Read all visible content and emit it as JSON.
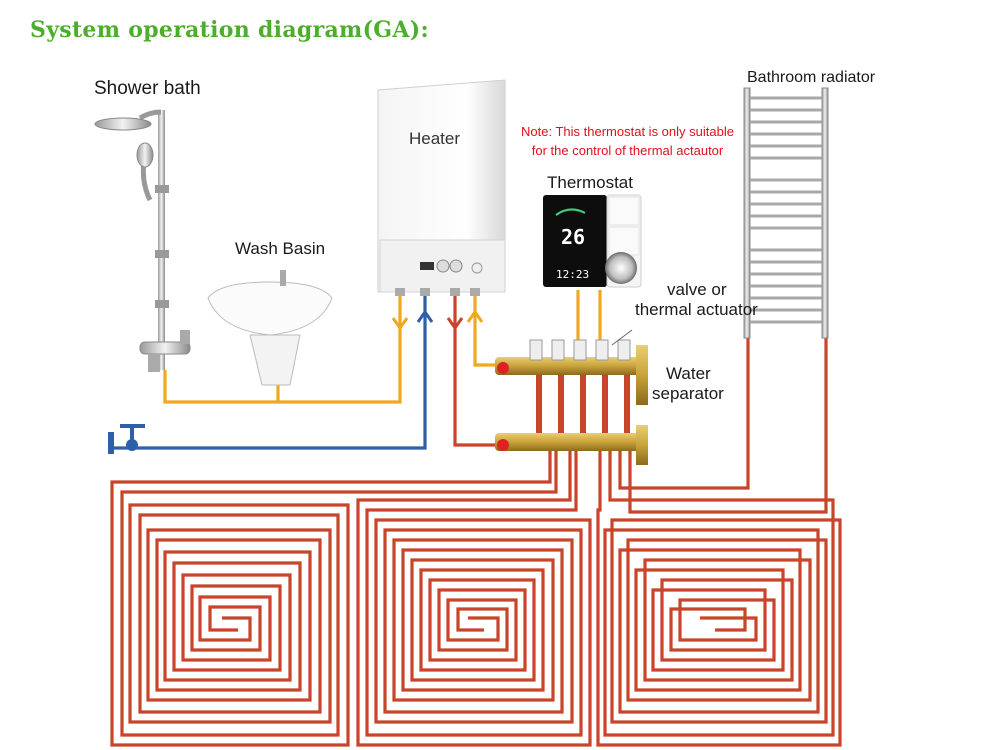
{
  "title": "System operation diagram(GA):",
  "labels": {
    "shower": "Shower bath",
    "wash_basin": "Wash Basin",
    "heater": "Heater",
    "note_line1": "Note: This thermostat is only suitable",
    "note_line2": "for the control of thermal actautor",
    "thermostat": "Thermostat",
    "valve_line1": "valve or",
    "valve_line2": "thermal actuator",
    "water_line1": "Water",
    "water_line2": "separator",
    "radiator": "Bathroom radiator"
  },
  "colors": {
    "title": "#4cae2c",
    "note": "#e0101a",
    "floor_pipe": "#c8442a",
    "hot_pipe": "#f0a81e",
    "cold_pipe": "#2f5fa8",
    "brass": "#c9a23a"
  },
  "thermostat_display": {
    "temp": "26",
    "clock": "12:23"
  }
}
